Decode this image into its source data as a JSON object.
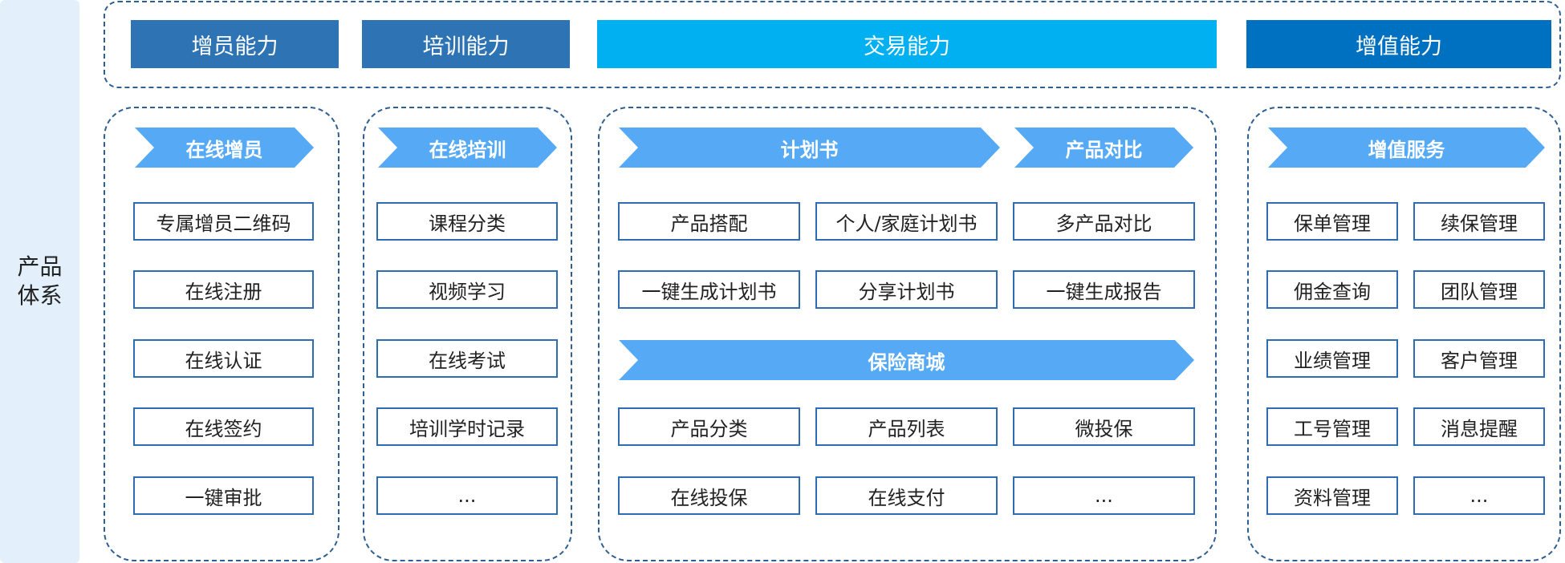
{
  "side_label": "产品\n体系",
  "headers": [
    "增员能力",
    "培训能力",
    "交易能力",
    "增值能力"
  ],
  "colors": {
    "header_1": "#2e74b5",
    "header_2": "#2e74b5",
    "header_3": "#00b0f0",
    "header_4": "#0070c0",
    "chevron": "#55a9f5",
    "border": "#2e6db4",
    "side_bg": "#e3f0fb"
  },
  "zengyuan": {
    "title": "在线增员",
    "items": [
      "专属增员二维码",
      "在线注册",
      "在线认证",
      "在线签约",
      "一键审批"
    ]
  },
  "peixun": {
    "title": "在线培训",
    "items": [
      "课程分类",
      "视频学习",
      "在线考试",
      "培训学时记录",
      "..."
    ]
  },
  "jiaoyi": {
    "plan_title": "计划书",
    "compare_title": "产品对比",
    "plan_items": [
      "产品搭配",
      "个人/家庭计划书",
      "一键生成计划书",
      "分享计划书"
    ],
    "compare_items": [
      "多产品对比",
      "一键生成报告"
    ],
    "mall_title": "保险商城",
    "mall_items": [
      "产品分类",
      "产品列表",
      "微投保",
      "在线投保",
      "在线支付",
      "..."
    ]
  },
  "zengzhi": {
    "title": "增值服务",
    "items": [
      "保单管理",
      "续保管理",
      "佣金查询",
      "团队管理",
      "业绩管理",
      "客户管理",
      "工号管理",
      "消息提醒",
      "资料管理",
      "..."
    ]
  }
}
